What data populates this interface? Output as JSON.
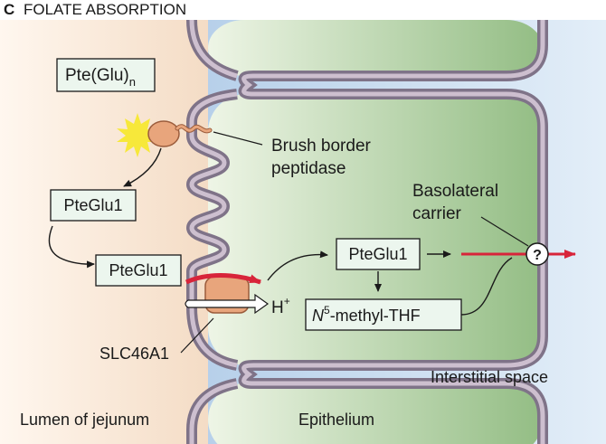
{
  "panel": {
    "letter": "C",
    "title": "FOLATE ABSORPTION"
  },
  "molecules": {
    "pte_glu_n": {
      "base": "Pte(Glu)",
      "sub": "n"
    },
    "pteglu1_a": "PteGlu1",
    "pteglu1_b": "PteGlu1",
    "pteglu1_c": "PteGlu1",
    "methyl_thf": {
      "italic": "N",
      "sup": "5",
      "rest": "-methyl-THF"
    }
  },
  "labels": {
    "brush_border_line1": "Brush border",
    "brush_border_line2": "peptidase",
    "basolateral_line1": "Basolateral",
    "basolateral_line2": "carrier",
    "unknown_carrier": "?",
    "proton": {
      "base": "H",
      "sup": "+"
    },
    "slc": "SLC46A1",
    "interstitial": "Interstitial space",
    "lumen": "Lumen of jejunum",
    "epithelium": "Epithelium"
  },
  "colors": {
    "lumen": "#f6dfc8",
    "epithelium": "#b6d4a8",
    "interstitial": "#c9def2",
    "membrane": "#7f7388",
    "transport_red": "#d8243a",
    "transporter": "#e8a57c"
  }
}
